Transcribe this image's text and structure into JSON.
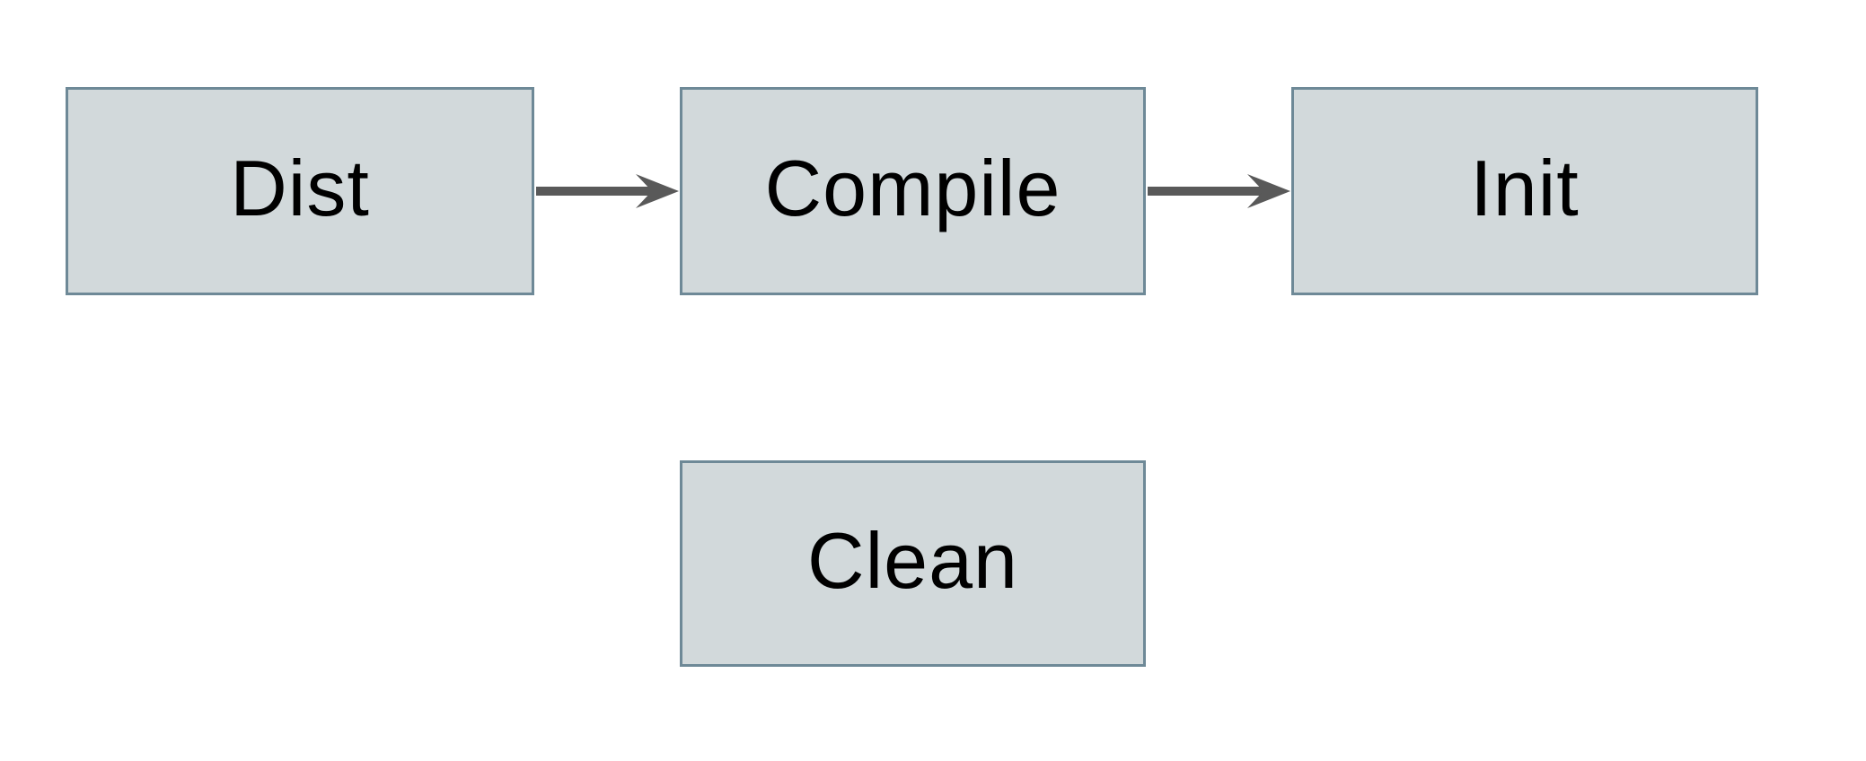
{
  "diagram": {
    "type": "flowchart",
    "background_color": "#ffffff",
    "node_fill_color": "#d2d9db",
    "node_border_color": "#6e8997",
    "node_text_color": "#000000",
    "arrow_color": "#595959",
    "nodes": [
      {
        "id": "dist",
        "label": "Dist"
      },
      {
        "id": "compile",
        "label": "Compile"
      },
      {
        "id": "init",
        "label": "Init"
      },
      {
        "id": "clean",
        "label": "Clean"
      }
    ],
    "edges": [
      {
        "from": "Dist",
        "to": "Compile",
        "style": "arrow"
      },
      {
        "from": "Compile",
        "to": "Init",
        "style": "arrow"
      }
    ]
  }
}
